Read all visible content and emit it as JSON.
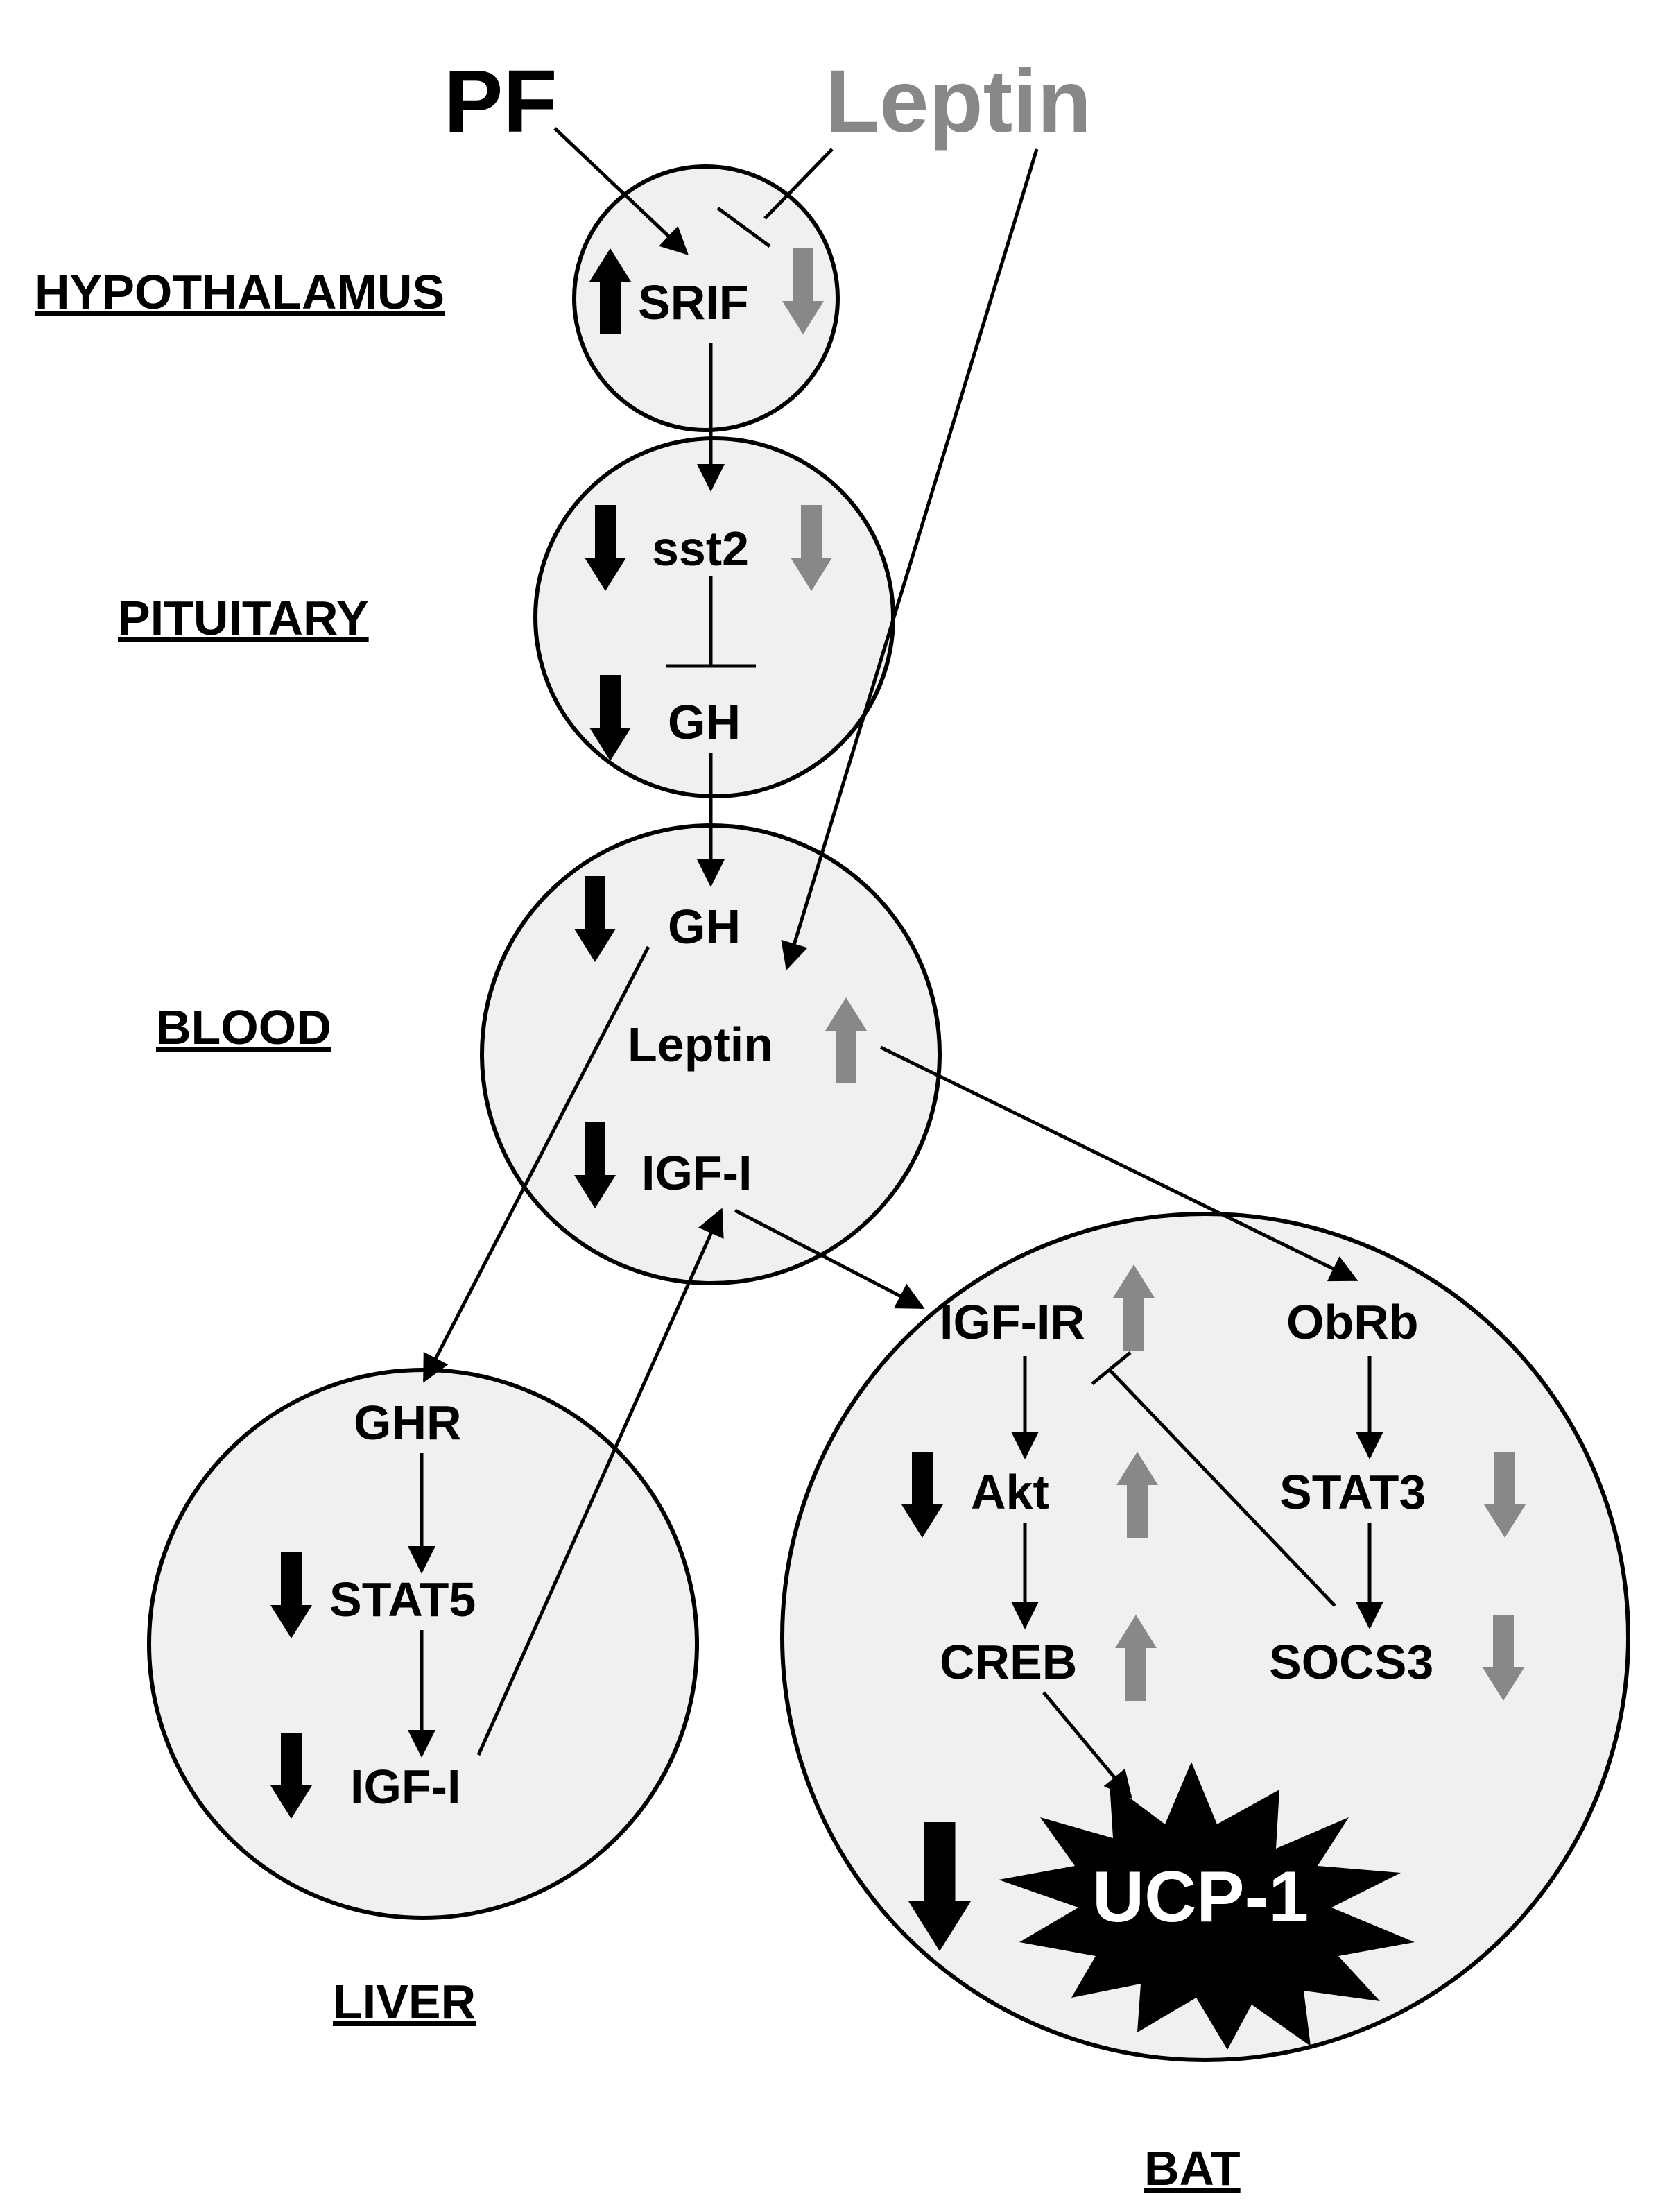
{
  "inputs": {
    "pf": "PF",
    "leptin": "Leptin"
  },
  "regions": {
    "hypothalamus": "HYPOTHALAMUS",
    "pituitary": "PITUITARY",
    "blood": "BLOOD",
    "liver": "LIVER",
    "bat": "BAT"
  },
  "hypothalamus": {
    "srif": "SRIF"
  },
  "pituitary": {
    "sst2": "sst2",
    "gh": "GH"
  },
  "blood": {
    "gh": "GH",
    "leptin": "Leptin",
    "igf1": "IGF-I"
  },
  "liver": {
    "ghr": "GHR",
    "stat5": "STAT5",
    "igf1": "IGF-I"
  },
  "bat": {
    "igf1r": "IGF-IR",
    "obrb": "ObRb",
    "akt": "Akt",
    "stat3": "STAT3",
    "creb": "CREB",
    "socs3": "SOCS3",
    "ucp1": "UCP-1"
  },
  "colors": {
    "pf_arrow": "#000000",
    "leptin_arrow": "#888888",
    "cell_fill": "#f0f0f0"
  },
  "icons": {
    "up_black": "arrow-up-black",
    "down_black": "arrow-down-black",
    "up_grey": "arrow-up-grey",
    "down_grey": "arrow-down-grey"
  }
}
